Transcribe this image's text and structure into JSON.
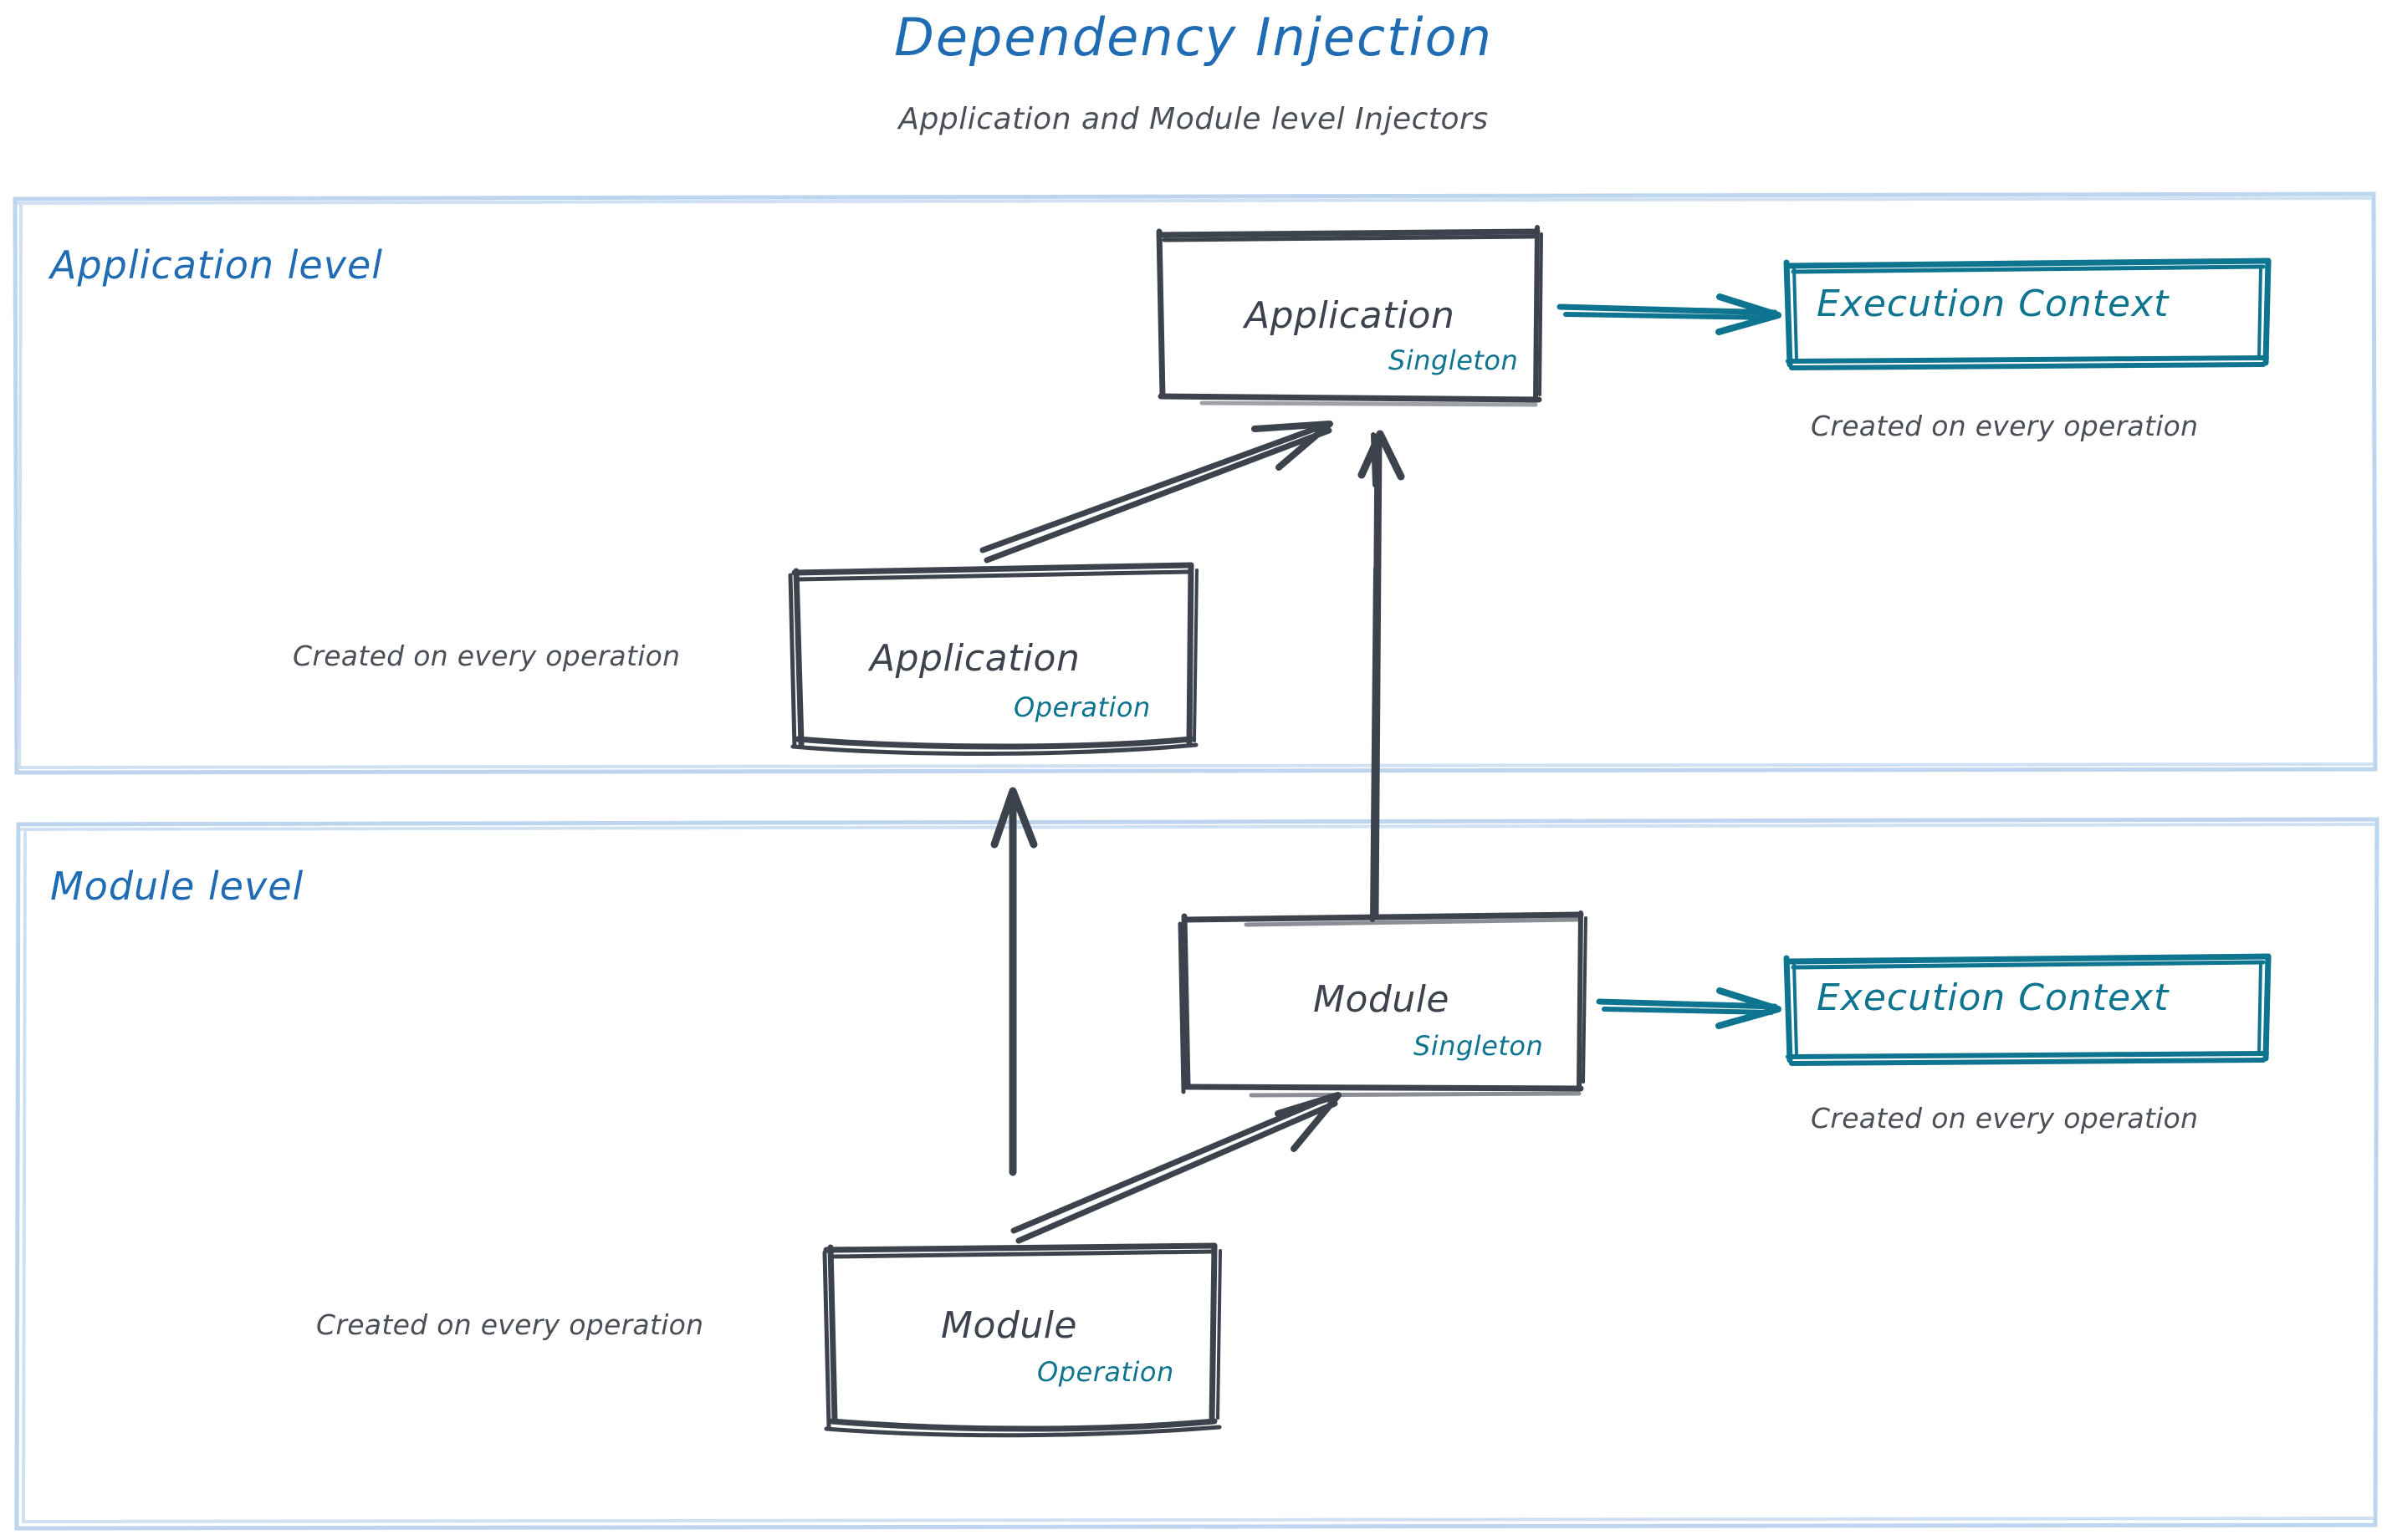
{
  "header": {
    "title": "Dependency Injection",
    "subtitle": "Application and Module level Injectors"
  },
  "colors": {
    "title_blue": "#1f6cb4",
    "panel_border_blue": "#bdd5ee",
    "sketch_gray": "#3d434d",
    "teal": "#0e7490",
    "caption_gray": "#4a4f58",
    "background": "#ffffff"
  },
  "panels": [
    {
      "id": "application-level",
      "title": "Application level"
    },
    {
      "id": "module-level",
      "title": "Module level"
    }
  ],
  "nodes": {
    "app_singleton": {
      "label": "Application",
      "scope": "Singleton"
    },
    "app_operation": {
      "label": "Application",
      "scope": "Operation"
    },
    "module_singleton": {
      "label": "Module",
      "scope": "Singleton"
    },
    "module_operation": {
      "label": "Module",
      "scope": "Operation"
    },
    "exec_context_app": {
      "label": "Execution Context"
    },
    "exec_context_module": {
      "label": "Execution Context"
    }
  },
  "captions": {
    "exec_context_app": "Created on every operation",
    "exec_context_module": "Created on every operation",
    "app_operation": "Created on every operation",
    "module_operation": "Created on every operation"
  },
  "edges": [
    {
      "from": "app_singleton",
      "to": "exec_context_app",
      "style": "teal-arrow"
    },
    {
      "from": "app_operation",
      "to": "app_singleton",
      "style": "gray-arrow"
    },
    {
      "from": "module_singleton",
      "to": "app_singleton",
      "style": "gray-arrow"
    },
    {
      "from": "module_singleton",
      "to": "exec_context_module",
      "style": "teal-arrow"
    },
    {
      "from": "module_operation",
      "to": "module_singleton",
      "style": "gray-arrow"
    },
    {
      "from": "module_operation",
      "to": "app_operation",
      "style": "gray-arrow"
    }
  ]
}
